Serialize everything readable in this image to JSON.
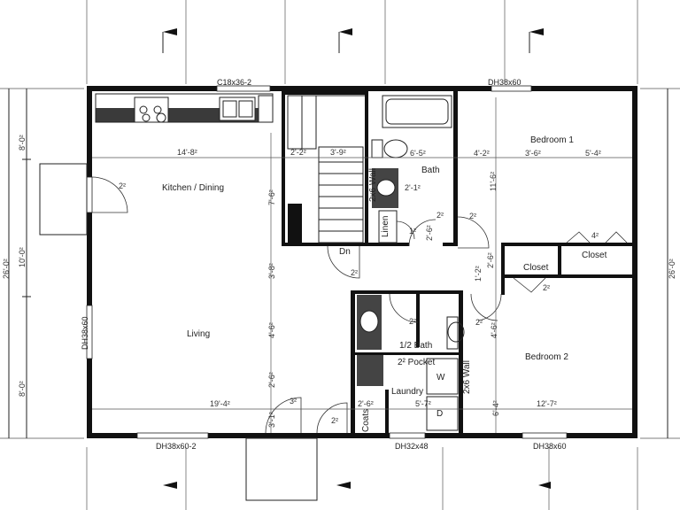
{
  "windows": {
    "top_kitchen": "C18x36-2",
    "top_bedroom": "DH38x60",
    "bottom_living": "DH38x60-2",
    "bottom_laundry": "DH32x48",
    "bottom_bedroom": "DH38x60",
    "left_living": "DH38x60"
  },
  "rooms": {
    "kitchen": "Kitchen / Dining",
    "living": "Living",
    "bath": "Bath",
    "half_bath": "1/2 Bath",
    "bedroom1": "Bedroom 1",
    "bedroom2": "Bedroom 2",
    "laundry": "Laundry",
    "closet1": "Closet",
    "closet2": "Closet",
    "linen": "Linen",
    "coats": "Coats",
    "hall1": "2x6 Wall",
    "hall2": "2x6 Wall",
    "dn": "Dn",
    "pocket": "2² Pocket",
    "washer": "W",
    "dryer": "D"
  },
  "dims": {
    "kitchen_width": "14'-8²",
    "stair_a": "2'-2²",
    "stair_b": "3'-9²",
    "bath_width": "6'-5²",
    "bath_depth": "2'-1²",
    "bed1_a": "4'-2²",
    "bed1_b": "3'-6²",
    "bed1_c": "5'-4²",
    "bed1_depth": "11'-6²",
    "kitchen_depth": "7'-6²",
    "hall_depth": "3'-8²",
    "living_depth": "4'-6²",
    "living_lower": "2'-6²",
    "living_width": "19'-4²",
    "entry": "3'-1²",
    "laundry_a": "2'-6²",
    "laundry_b": "5'-7²",
    "bed2_depth": "6'-4²",
    "bed2_width": "12'-7²",
    "closet_a": "1'-2²",
    "closet_b": "2'-6²",
    "bed2_upper": "4'-6²",
    "linen_small": "1²",
    "linen_door": "2'-6²",
    "door_2a": "2²",
    "door_2b": "2²",
    "door_2c": "2²",
    "door_2d": "2²",
    "door_2e": "2²",
    "door_2f": "2²",
    "door_2g": "2²",
    "door_2h": "2²",
    "door_3": "3²",
    "closet_4": "4²",
    "left_total": "26'-0²",
    "left_upper": "8'-0²",
    "left_mid": "10'-0²",
    "left_lower": "8'-0²",
    "right_total": "26'-0²"
  }
}
